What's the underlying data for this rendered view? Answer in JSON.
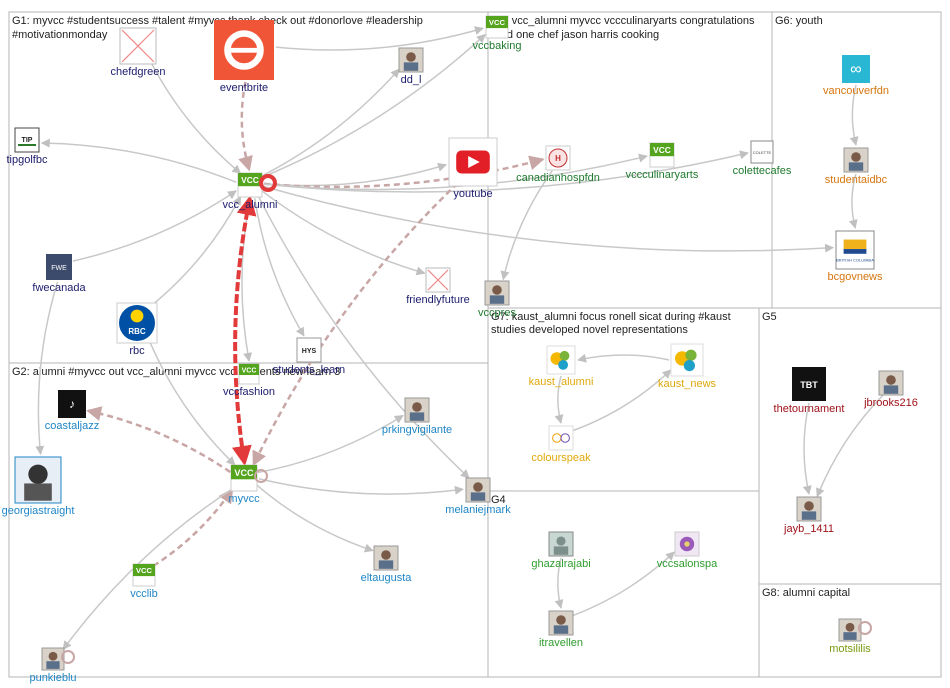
{
  "colors": {
    "g1": "#1c1c6e",
    "g2": "#1f86c6",
    "g3": "#1e7a2e",
    "g4": "#2f9d2f",
    "g5": "#a0121a",
    "g6": "#d7750f",
    "g7": "#e0a80c",
    "g8": "#7a9a12",
    "edge": "#c8c8c8",
    "strong_edge": "#e23a3a",
    "dashed_edge": "#c9a6a6",
    "border": "#b4b4b4"
  },
  "groups": [
    {
      "id": "G1",
      "title_lines": [
        "G1: myvcc #studentsuccess #talent #myvcc thank check out #donorlove #leadership",
        "#motivationmonday"
      ]
    },
    {
      "id": "G2",
      "title_lines": [
        "G2: alumni #myvcc out vcc_alumni myvcc vcc students new learn 3"
      ]
    },
    {
      "id": "G3",
      "title_lines": [
        "G3: vcc_alumni myvcc vccculinaryarts congratulations",
        "read one chef jason harris cooking"
      ]
    },
    {
      "id": "G4",
      "title_lines": [
        "G4"
      ]
    },
    {
      "id": "G5",
      "title_lines": [
        "G5"
      ]
    },
    {
      "id": "G6",
      "title_lines": [
        "G6: youth"
      ]
    },
    {
      "id": "G7",
      "title_lines": [
        "G7: kaust_alumni focus ronell sicat during #kaust",
        "studies developed novel representations"
      ]
    },
    {
      "id": "G8",
      "title_lines": [
        "G8: alumni capital"
      ]
    }
  ],
  "nodes": [
    {
      "id": "chefdgreen",
      "label": "chefdgreen",
      "group": "g1",
      "icon": "broken-image-icon"
    },
    {
      "id": "eventbrite",
      "label": "eventbrite",
      "group": "g1",
      "icon": "eventbrite-logo-icon"
    },
    {
      "id": "dd_l",
      "label": "dd_l",
      "group": "g1",
      "icon": "avatar-icon"
    },
    {
      "id": "tipgolfbc",
      "label": "tipgolfbc",
      "group": "g1",
      "icon": "tip-logo-icon"
    },
    {
      "id": "vcc_alumni",
      "label": "vcc_alumni",
      "group": "g1",
      "icon": "vcc-alumni-logo-icon"
    },
    {
      "id": "fwecanada",
      "label": "fwecanada",
      "group": "g1",
      "icon": "fwe-logo-icon"
    },
    {
      "id": "rbc",
      "label": "rbc",
      "group": "g1",
      "icon": "rbc-logo-icon"
    },
    {
      "id": "friendlyfuture",
      "label": "friendlyfuture",
      "group": "g1",
      "icon": "broken-image-icon"
    },
    {
      "id": "vccfashion",
      "label": "vccfashion",
      "group": "g1",
      "icon": "vcc-fashion-logo-icon"
    },
    {
      "id": "hys",
      "label": "students_learn",
      "group": "g1",
      "icon": "hys-logo-icon"
    },
    {
      "id": "youtube",
      "label": "youtube",
      "group": "g1",
      "icon": "youtube-logo-icon"
    },
    {
      "id": "vccbaking",
      "label": "vccbaking",
      "group": "g3",
      "icon": "vcc-logo-icon"
    },
    {
      "id": "canadianhospfdn",
      "label": "canadianhospfdn",
      "group": "g3",
      "icon": "hospitality-logo-icon"
    },
    {
      "id": "vccculinaryarts",
      "label": "vccculinaryarts",
      "group": "g3",
      "icon": "vcc-culinary-logo-icon"
    },
    {
      "id": "colettecafes",
      "label": "colettecafes",
      "group": "g3",
      "icon": "colette-logo-icon"
    },
    {
      "id": "vccpres",
      "label": "vccpres",
      "group": "g3",
      "icon": "avatar-icon"
    },
    {
      "id": "vancouverfdn",
      "label": "vancouverfdn",
      "group": "g6",
      "icon": "infinity-logo-icon"
    },
    {
      "id": "studentaidbc",
      "label": "studentaidbc",
      "group": "g6",
      "icon": "avatar-icon"
    },
    {
      "id": "bcgovnews",
      "label": "bcgovnews",
      "group": "g6",
      "icon": "bc-crest-icon"
    },
    {
      "id": "coastaljazz",
      "label": "coastaljazz",
      "group": "g2",
      "icon": "jazz-logo-icon"
    },
    {
      "id": "prkingvigilante",
      "label": "prkingvigilante",
      "group": "g2",
      "icon": "avatar-icon"
    },
    {
      "id": "georgiastraight",
      "label": "georgiastraight",
      "group": "g2",
      "icon": "georgia-straight-logo-icon"
    },
    {
      "id": "myvcc",
      "label": "myvcc",
      "group": "g2",
      "icon": "vcc-logo-icon"
    },
    {
      "id": "melaniejmark",
      "label": "melaniejmark",
      "group": "g2",
      "icon": "avatar-icon"
    },
    {
      "id": "eltaugusta",
      "label": "eltaugusta",
      "group": "g2",
      "icon": "avatar-icon"
    },
    {
      "id": "vcclib",
      "label": "vcclib",
      "group": "g2",
      "icon": "vcc-library-logo-icon"
    },
    {
      "id": "punkieblu",
      "label": "punkieblu",
      "group": "g2",
      "icon": "avatar-icon"
    },
    {
      "id": "kaust_alumni",
      "label": "kaust_alumni",
      "group": "g7",
      "icon": "kaust-logo-icon"
    },
    {
      "id": "kaust_news",
      "label": "kaust_news",
      "group": "g7",
      "icon": "kaust-logo-icon"
    },
    {
      "id": "colourspeak",
      "label": "colourspeak",
      "group": "g7",
      "icon": "colourspeak-logo-icon"
    },
    {
      "id": "ghazalrajabi",
      "label": "ghazalrajabi",
      "group": "g4",
      "icon": "default-avatar-icon"
    },
    {
      "id": "vccsalonspa",
      "label": "vccsalonspa",
      "group": "g4",
      "icon": "flower-icon"
    },
    {
      "id": "itravellen",
      "label": "itravellen",
      "group": "g4",
      "icon": "avatar-icon"
    },
    {
      "id": "thetournament",
      "label": "thetournament",
      "group": "g5",
      "icon": "tbt-logo-icon"
    },
    {
      "id": "jbrooks216",
      "label": "jbrooks216",
      "group": "g5",
      "icon": "avatar-icon"
    },
    {
      "id": "jayb_1411",
      "label": "jayb_1411",
      "group": "g5",
      "icon": "avatar-icon"
    },
    {
      "id": "motsililis",
      "label": "motsililis",
      "group": "g8",
      "icon": "avatar-icon"
    }
  ],
  "edges": [
    {
      "from": "chefdgreen",
      "to": "vcc_alumni",
      "style": "plain"
    },
    {
      "from": "eventbrite",
      "to": "vcc_alumni",
      "style": "dashed"
    },
    {
      "from": "vcc_alumni",
      "to": "dd_l",
      "style": "plain"
    },
    {
      "from": "vcc_alumni",
      "to": "tipgolfbc",
      "style": "plain"
    },
    {
      "from": "vcc_alumni",
      "to": "vccbaking",
      "style": "plain"
    },
    {
      "from": "vcc_alumni",
      "to": "youtube",
      "style": "plain"
    },
    {
      "from": "vcc_alumni",
      "to": "canadianhospfdn",
      "style": "dashed"
    },
    {
      "from": "vcc_alumni",
      "to": "vccculinaryarts",
      "style": "plain"
    },
    {
      "from": "vcc_alumni",
      "to": "colettecafes",
      "style": "plain"
    },
    {
      "from": "vcc_alumni",
      "to": "bcgovnews",
      "style": "plain"
    },
    {
      "from": "vcc_alumni",
      "to": "friendlyfuture",
      "style": "plain"
    },
    {
      "from": "vcc_alumni",
      "to": "hys",
      "style": "plain"
    },
    {
      "from": "vcc_alumni",
      "to": "vccfashion",
      "style": "plain"
    },
    {
      "from": "fwecanada",
      "to": "vcc_alumni",
      "style": "plain"
    },
    {
      "from": "rbc",
      "to": "vcc_alumni",
      "style": "plain"
    },
    {
      "from": "vcc_alumni",
      "to": "myvcc",
      "style": "strong"
    },
    {
      "from": "youtube",
      "to": "myvcc",
      "style": "dashed"
    },
    {
      "from": "myvcc",
      "to": "coastaljazz",
      "style": "dashed"
    },
    {
      "from": "myvcc",
      "to": "prkingvigilante",
      "style": "plain"
    },
    {
      "from": "myvcc",
      "to": "melaniejmark",
      "style": "plain"
    },
    {
      "from": "myvcc",
      "to": "eltaugusta",
      "style": "plain"
    },
    {
      "from": "vcclib",
      "to": "myvcc",
      "style": "dashed"
    },
    {
      "from": "myvcc",
      "to": "punkieblu",
      "style": "plain"
    },
    {
      "from": "canadianhospfdn",
      "to": "vccpres",
      "style": "plain"
    },
    {
      "from": "vancouverfdn",
      "to": "studentaidbc",
      "style": "plain"
    },
    {
      "from": "studentaidbc",
      "to": "bcgovnews",
      "style": "plain"
    },
    {
      "from": "kaust_news",
      "to": "kaust_alumni",
      "style": "plain"
    },
    {
      "from": "colourspeak",
      "to": "kaust_news",
      "style": "plain"
    },
    {
      "from": "kaust_alumni",
      "to": "colourspeak",
      "style": "plain"
    },
    {
      "from": "ghazalrajabi",
      "to": "itravellen",
      "style": "plain"
    },
    {
      "from": "itravellen",
      "to": "vccsalonspa",
      "style": "plain"
    },
    {
      "from": "jbrooks216",
      "to": "jayb_1411",
      "style": "plain"
    },
    {
      "from": "thetournament",
      "to": "jayb_1411",
      "style": "plain"
    },
    {
      "from": "eventbrite",
      "to": "vccbaking",
      "style": "plain"
    },
    {
      "from": "vcc_alumni",
      "to": "melaniejmark",
      "style": "plain"
    },
    {
      "from": "rbc",
      "to": "myvcc",
      "style": "plain"
    },
    {
      "from": "fwecanada",
      "to": "georgiastraight",
      "style": "plain"
    }
  ]
}
